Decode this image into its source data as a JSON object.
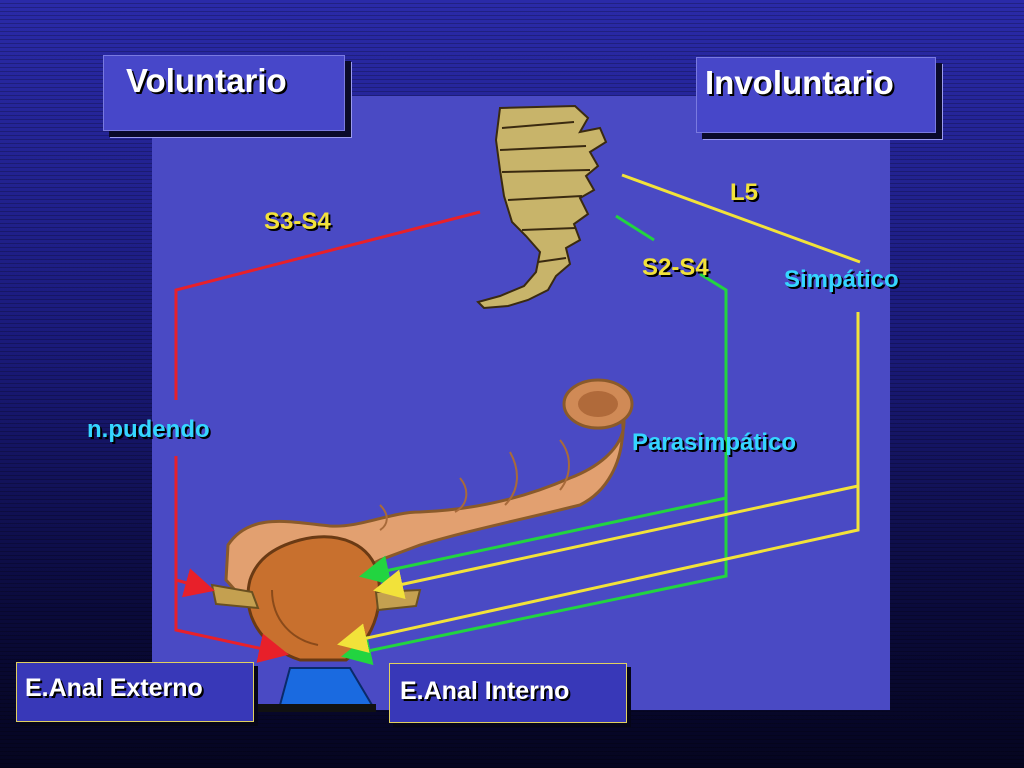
{
  "titles": {
    "voluntary": "Voluntario",
    "involuntary": "Involuntario"
  },
  "labels": {
    "s3_s4": "S3-S4",
    "l5": "L5",
    "s2_s4": "S2-S4",
    "sympathetic": "Simpático",
    "pudendal": "n.pudendo",
    "parasympathetic": "Parasimpático"
  },
  "sphincters": {
    "external": "E.Anal Externo",
    "internal": "E.Anal Interno"
  },
  "colors": {
    "voluntary_path": "#e8202a",
    "parasympathetic_path": "#22d440",
    "sympathetic_path": "#f2e23a",
    "label_yellow": "#f2e23a",
    "label_cyan": "#35d6ff"
  }
}
